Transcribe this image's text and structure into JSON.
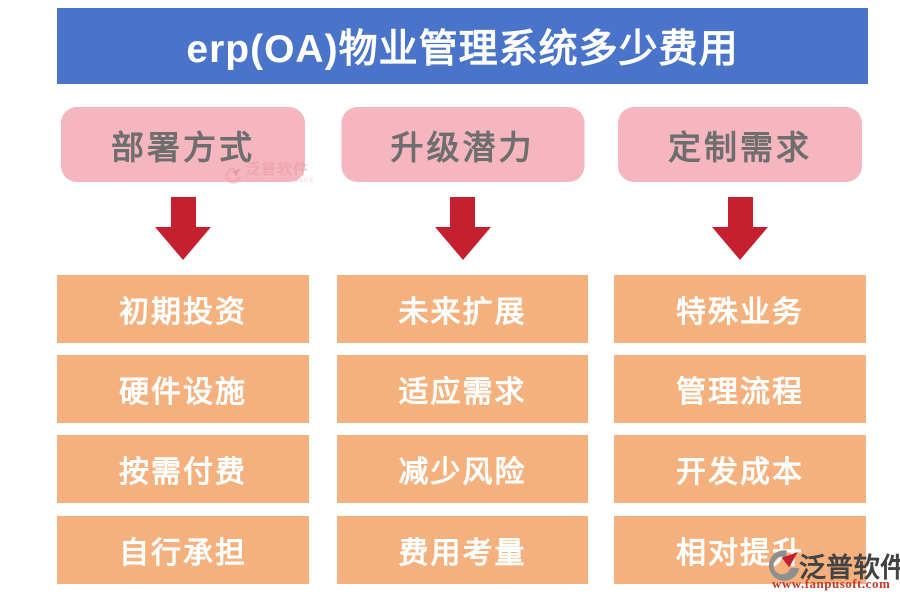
{
  "title": "erp(OA)物业管理系统多少费用",
  "columns": [
    {
      "id": "deployment-method",
      "header": "部署方式",
      "items": [
        "初期投资",
        "硬件设施",
        "按需付费",
        "自行承担"
      ]
    },
    {
      "id": "upgrade-potential",
      "header": "升级潜力",
      "items": [
        "未来扩展",
        "适应需求",
        "减少风险",
        "费用考量"
      ]
    },
    {
      "id": "customization-needs",
      "header": "定制需求",
      "items": [
        "特殊业务",
        "管理流程",
        "开发成本",
        "相对提升"
      ]
    }
  ],
  "watermark_inline": {
    "brand": "泛普软件",
    "subtitle": "FANPU SOFTWARE"
  },
  "watermark_footer": {
    "brand": "泛普软件",
    "url": "www.fanpusoft.com"
  },
  "colors": {
    "title_bg": "#4a74c9",
    "title_text": "#ffffff",
    "pill_bg": "#f5b6bf",
    "pill_text": "#6e6e6e",
    "item_bg": "#f5b17d",
    "item_text": "#ffffff",
    "arrow": "#c4202f",
    "footer_brand": "#434343",
    "footer_url": "#c23b2e"
  }
}
